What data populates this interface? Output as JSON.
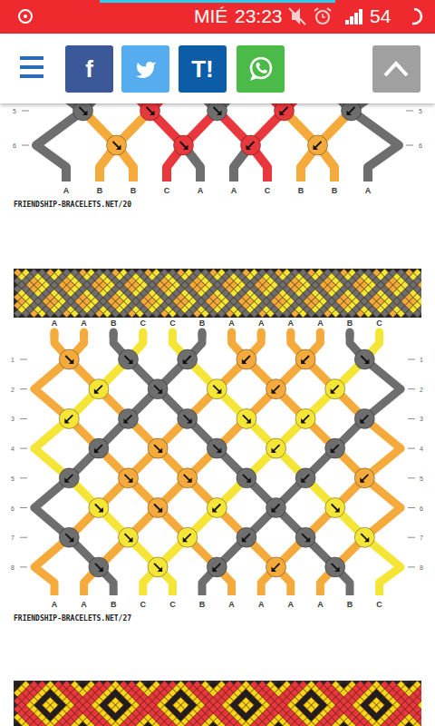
{
  "diagram": {
    "nodes": [
      {
        "text": [
          "f"
        ]
      },
      {
        "text": [
          "T!"
        ]
      }
    ],
    "labels": [
      "MIÉ",
      "23:23",
      "54",
      "5",
      "5",
      "6",
      "6",
      "A",
      "B",
      "B",
      "C",
      "A",
      "A",
      "C",
      "B",
      "B",
      "A",
      "FRIENDSHIP-BRACELETS.NET/20",
      "A",
      "A",
      "B",
      "C",
      "C",
      "B",
      "A",
      "A",
      "A",
      "A",
      "B",
      "C",
      "1",
      "1",
      "2",
      "2",
      "3",
      "3",
      "4",
      "4",
      "5",
      "5",
      "6",
      "6",
      "7",
      "7",
      "8",
      "8",
      "A",
      "A",
      "B",
      "C",
      "C",
      "B",
      "A",
      "A",
      "A",
      "A",
      "B",
      "C",
      "FRIENDSHIP-BRACELETS.NET/27"
    ]
  }
}
